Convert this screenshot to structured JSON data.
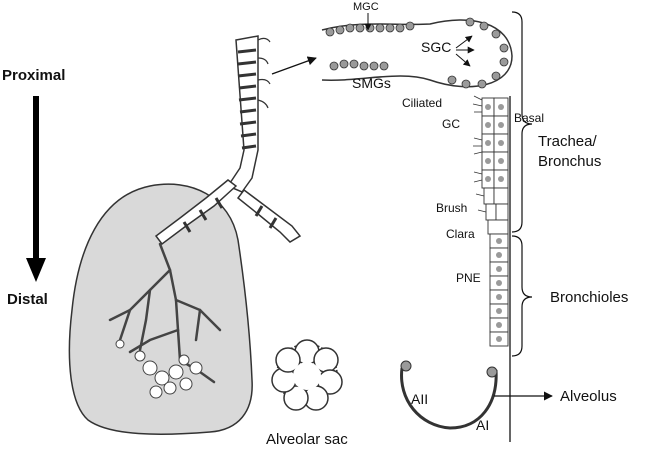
{
  "colors": {
    "background": "#ffffff",
    "lung_fill": "#d9d9d9",
    "line": "#222222",
    "cell_fill": "#9a9a9a"
  },
  "labels": {
    "proximal": "Proximal",
    "distal": "Distal",
    "mgc": "MGC",
    "sgc": "SGC",
    "smgs": "SMGs",
    "ciliated": "Ciliated",
    "gc": "GC",
    "basal": "Basal",
    "trachea": "Trachea/",
    "bronchus": "Bronchus",
    "brush": "Brush",
    "clara": "Clara",
    "pne": "PNE",
    "bronchioles": "Bronchioles",
    "alveolar_sac": "Alveolar sac",
    "aii": "AII",
    "ai": "AI",
    "alveolus": "Alveolus"
  }
}
